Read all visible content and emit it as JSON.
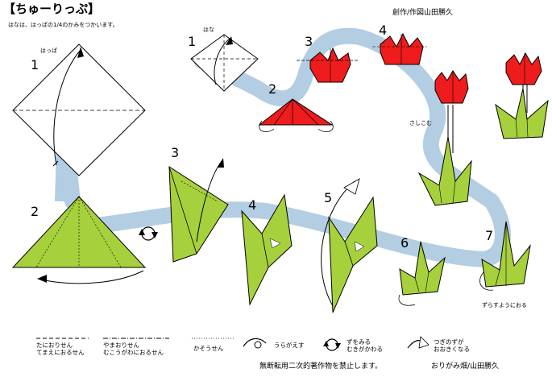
{
  "header": {
    "title": "【ちゅーりっぷ】",
    "subtitle": "はなは、はっぱの1/4のかみをつかいます。",
    "author": "創作/作図山田勝久"
  },
  "labels": {
    "leaf": "はっぱ",
    "flower": "はな",
    "insert": "さしこむ",
    "shift_fold": "ずらすようにおる"
  },
  "step_numbers": {
    "leaf_1": "1",
    "leaf_2": "2",
    "leaf_3": "3",
    "leaf_4": "4",
    "leaf_5": "5",
    "leaf_6": "6",
    "leaf_7": "7",
    "flower_1": "1",
    "flower_2": "2",
    "flower_3": "3",
    "flower_4": "4"
  },
  "legend": {
    "valley_line1": "たにおりせん",
    "valley_line2": "てまえにおるせん",
    "mountain_line1": "やまおりせん",
    "mountain_line2": "むこうがわにおるせん",
    "crease": "かそうせん",
    "turn_over": "うらがえす",
    "rotate_line1": "ずをみる",
    "rotate_line2": "むきがかわる",
    "enlarge_line1": "つぎのずが",
    "enlarge_line2": "おおきくなる"
  },
  "footer": {
    "notice": "無断転用二次的著作物を禁止します。",
    "credit": "おりがみ畑/山田勝久"
  },
  "colors": {
    "leaf_green": "#a6d03c",
    "flower_red": "#ee1c1c",
    "path_blue": "#b3cde3",
    "stem_green": "#8cc63f"
  }
}
